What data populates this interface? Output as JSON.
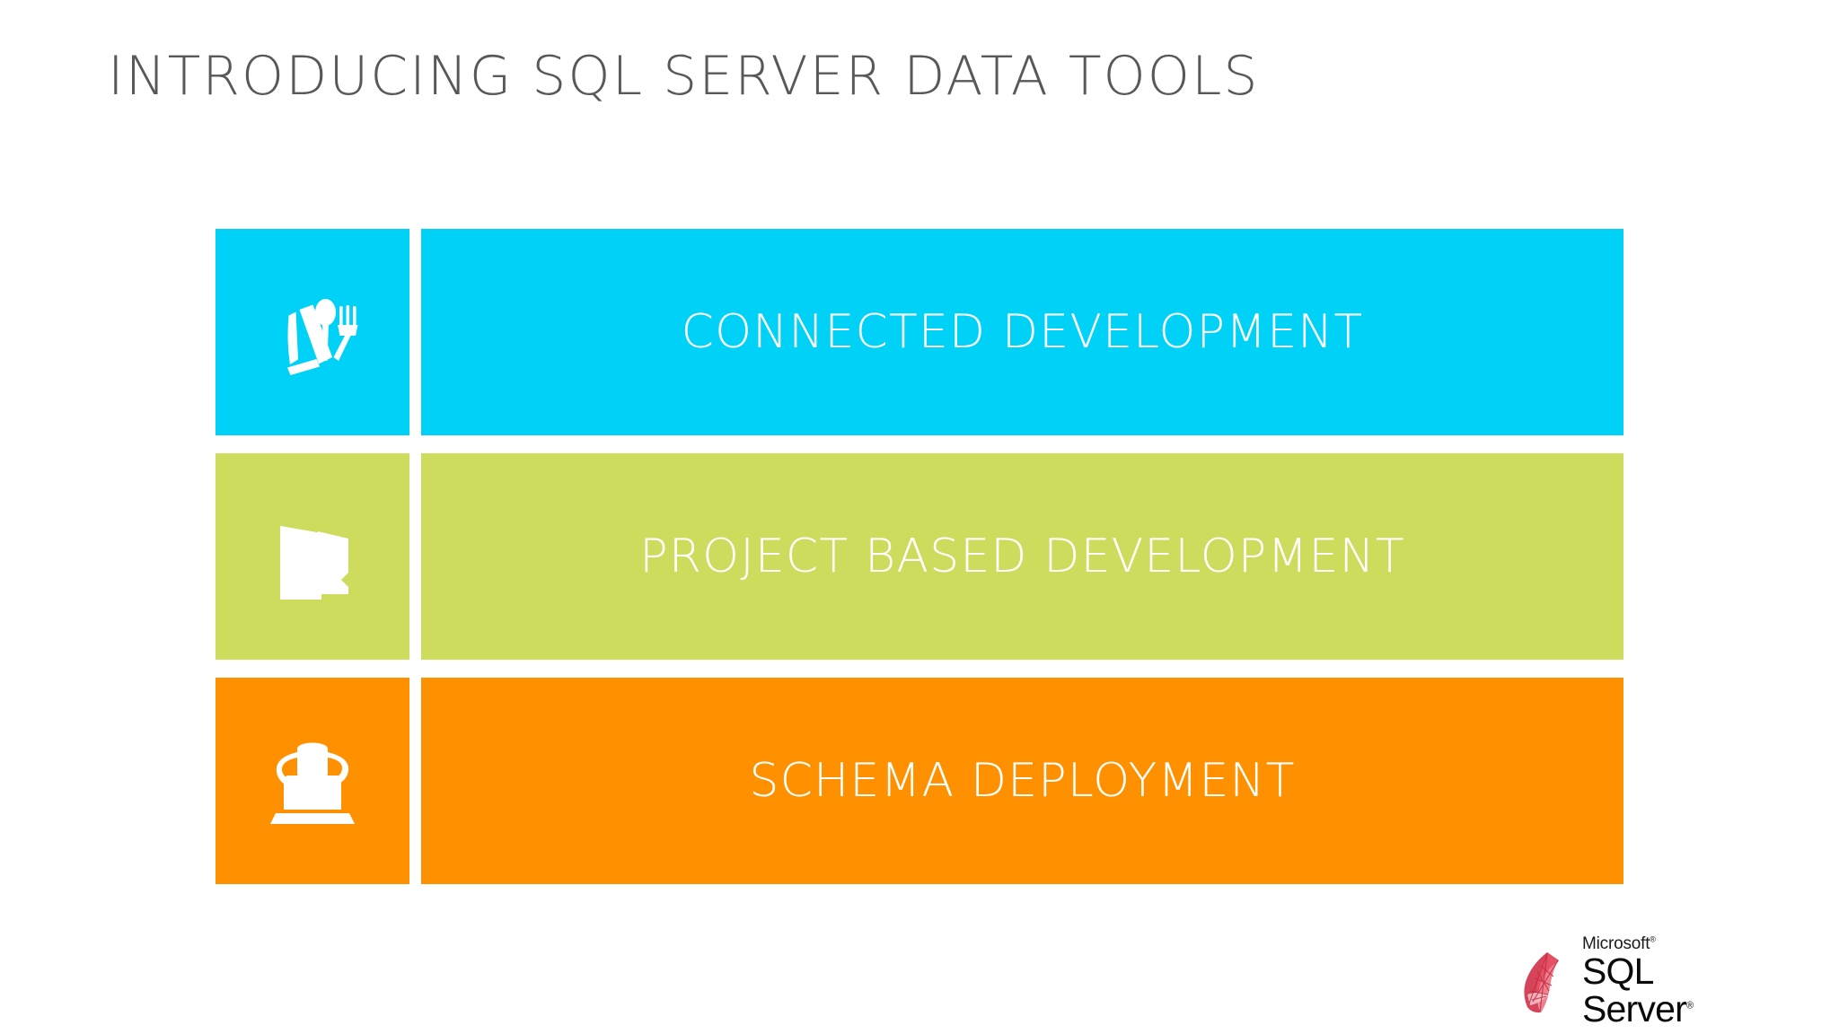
{
  "slide": {
    "title": "INTRODUCING SQL SERVER DATA TOOLS",
    "background_color": "#FFFFFF",
    "title_color": "#585858"
  },
  "rows": [
    {
      "label": "CONNECTED DEVELOPMENT",
      "color": "#00D2F7",
      "icon": "fork-spoon-n-icon",
      "text_color": "#FFFFFF"
    },
    {
      "label": "PROJECT BASED DEVELOPMENT",
      "color": "#CEDC5E",
      "icon": "folder-icon",
      "text_color": "#FFFFFF"
    },
    {
      "label": "SCHEMA DEPLOYMENT",
      "color": "#FF9100",
      "icon": "database-laptop-deploy-icon",
      "text_color": "#FFFFFF"
    }
  ],
  "brand": {
    "microsoft": "Microsoft",
    "microsoft_reg": "®",
    "product": "SQL Server",
    "product_reg": "®",
    "mark_color": "#D1344B"
  }
}
